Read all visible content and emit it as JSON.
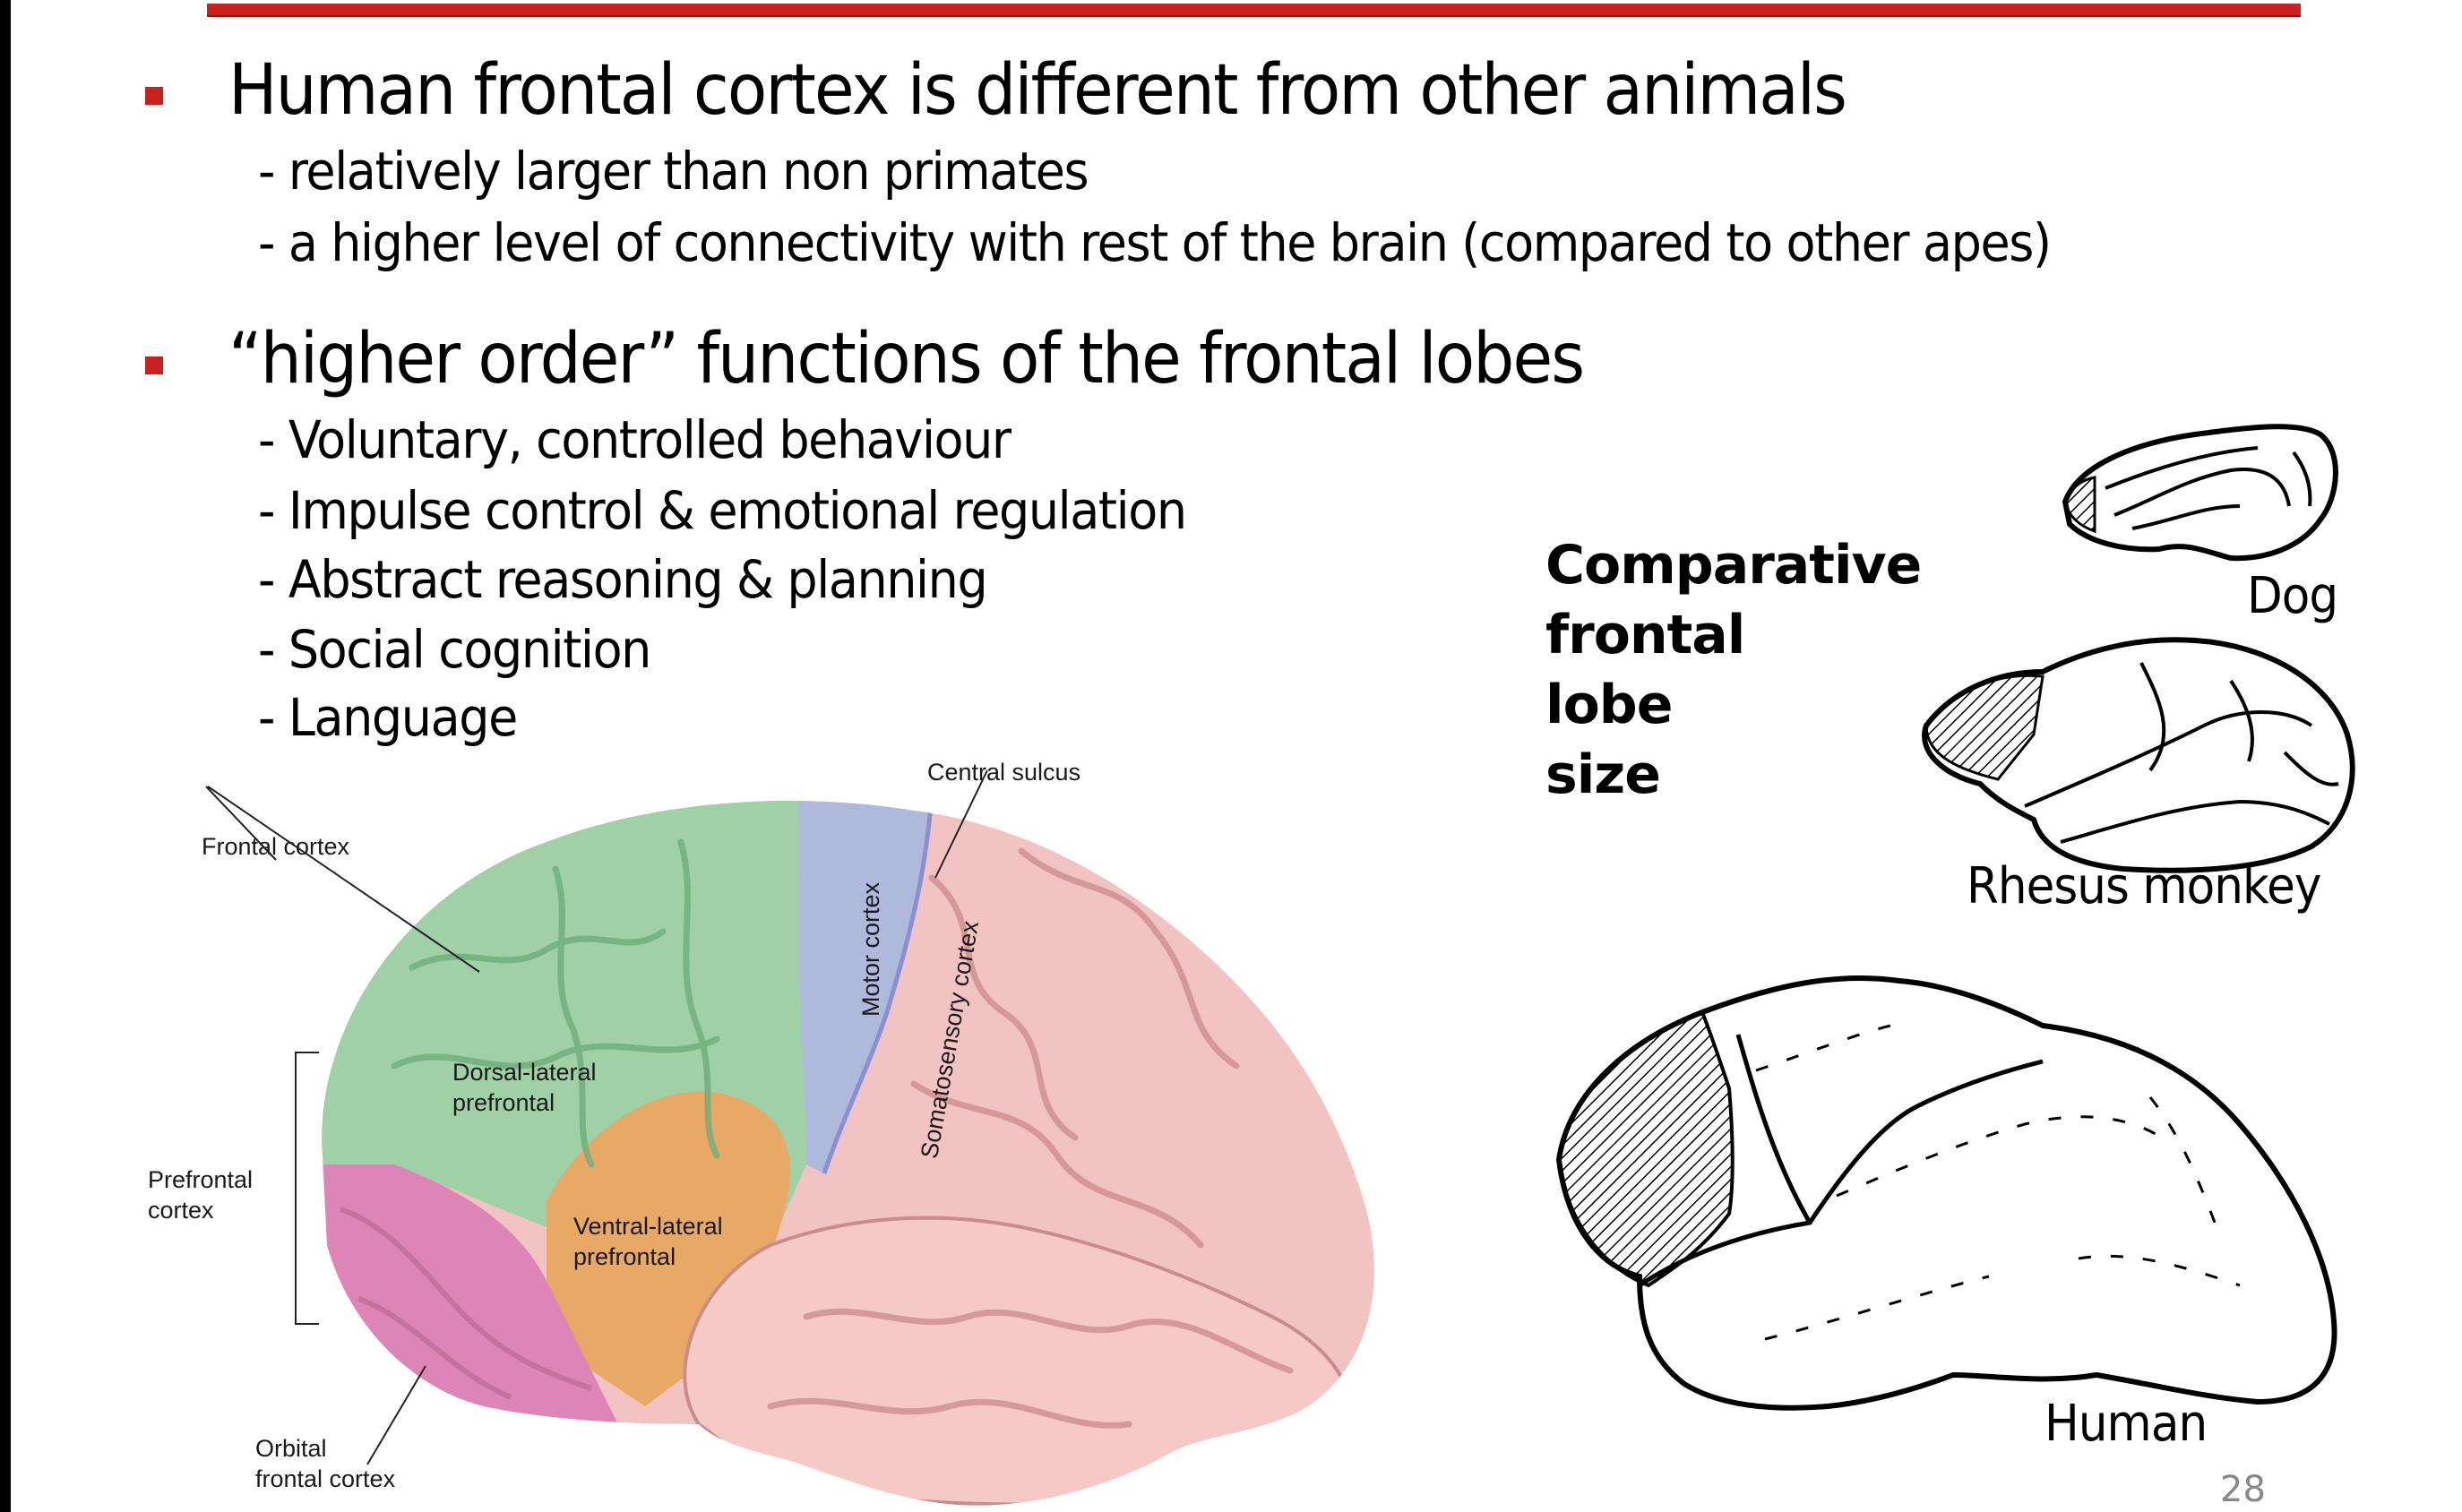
{
  "slide": {
    "page_number": "28",
    "accent_color": "#c9211e",
    "bullets": [
      {
        "heading": "Human frontal cortex is different from other animals",
        "subitems": [
          "- relatively larger than non primates",
          "- a higher level of connectivity with rest of the brain (compared to other apes)"
        ]
      },
      {
        "heading": "“higher order” functions of the frontal lobes",
        "subitems": [
          "- Voluntary, controlled behaviour",
          "- Impulse control & emotional regulation",
          "- Abstract reasoning & planning",
          "- Social cognition",
          "- Language"
        ]
      }
    ]
  },
  "brain_diagram": {
    "labels": {
      "central_sulcus": "Central sulcus",
      "frontal_cortex": "Frontal cortex",
      "motor_cortex": "Motor cortex",
      "somatosensory_cortex": "Somatosensory cortex",
      "dorsal_lateral_1": "Dorsal-lateral",
      "dorsal_lateral_2": "prefrontal",
      "prefrontal_1": "Prefrontal",
      "prefrontal_2": "cortex",
      "ventral_lateral_1": "Ventral-lateral",
      "ventral_lateral_2": "prefrontal",
      "orbital_1": "Orbital",
      "orbital_2": "frontal cortex"
    },
    "region_colors": {
      "frontal": "#9fd0a6",
      "motor": "#aeb9dc",
      "somatosensory": "#f2c3c3",
      "ventral_lateral": "#e8a866",
      "orbital": "#dd85b6"
    }
  },
  "comparative": {
    "title_lines": [
      "Comparative",
      "frontal",
      "lobe",
      "size"
    ],
    "animals": {
      "dog": "Dog",
      "monkey": "Rhesus monkey",
      "human": "Human"
    }
  }
}
